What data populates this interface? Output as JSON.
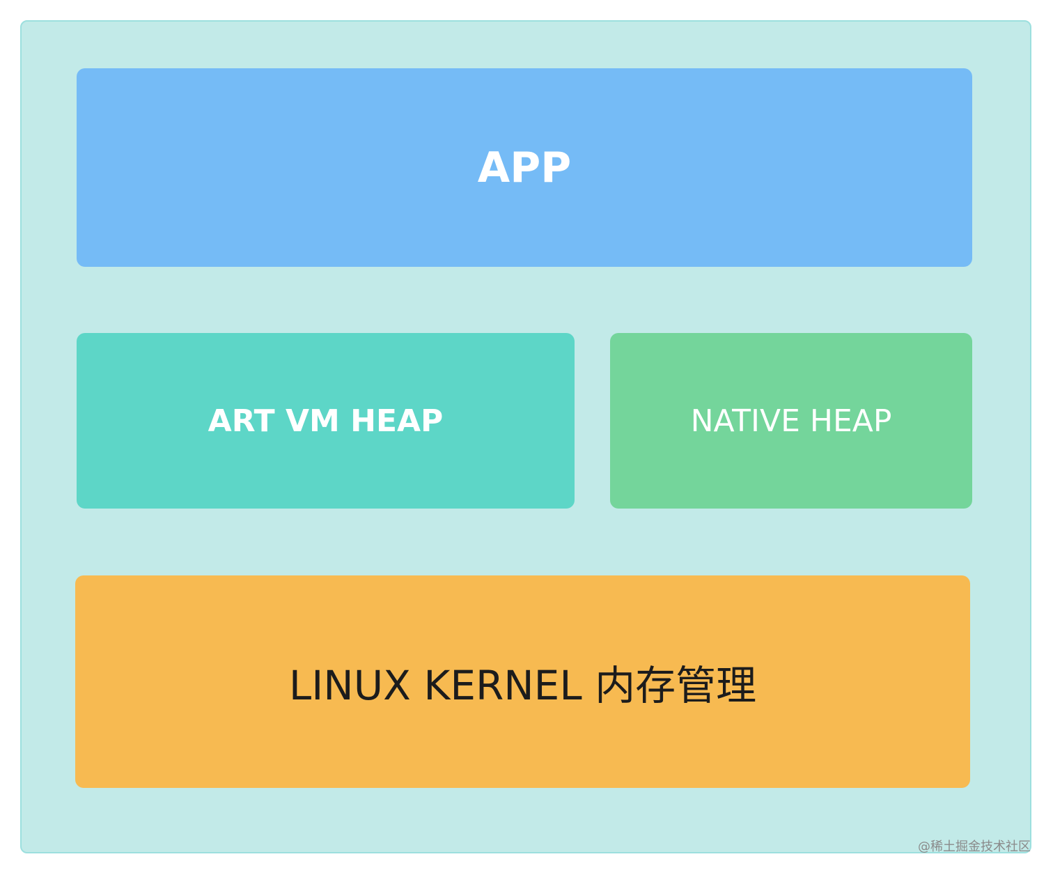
{
  "diagram": {
    "layers": {
      "app": "APP",
      "art_vm_heap": "ART VM HEAP",
      "native_heap": "NATIVE HEAP",
      "linux_kernel": "LINUX KERNEL 内存管理"
    },
    "watermark": "@稀土掘金技术社区"
  },
  "colors": {
    "background": "#c2eae8",
    "app": "#75bbf6",
    "art_vm_heap": "#5dd6c7",
    "native_heap": "#74d59b",
    "linux_kernel": "#f7ba51"
  }
}
